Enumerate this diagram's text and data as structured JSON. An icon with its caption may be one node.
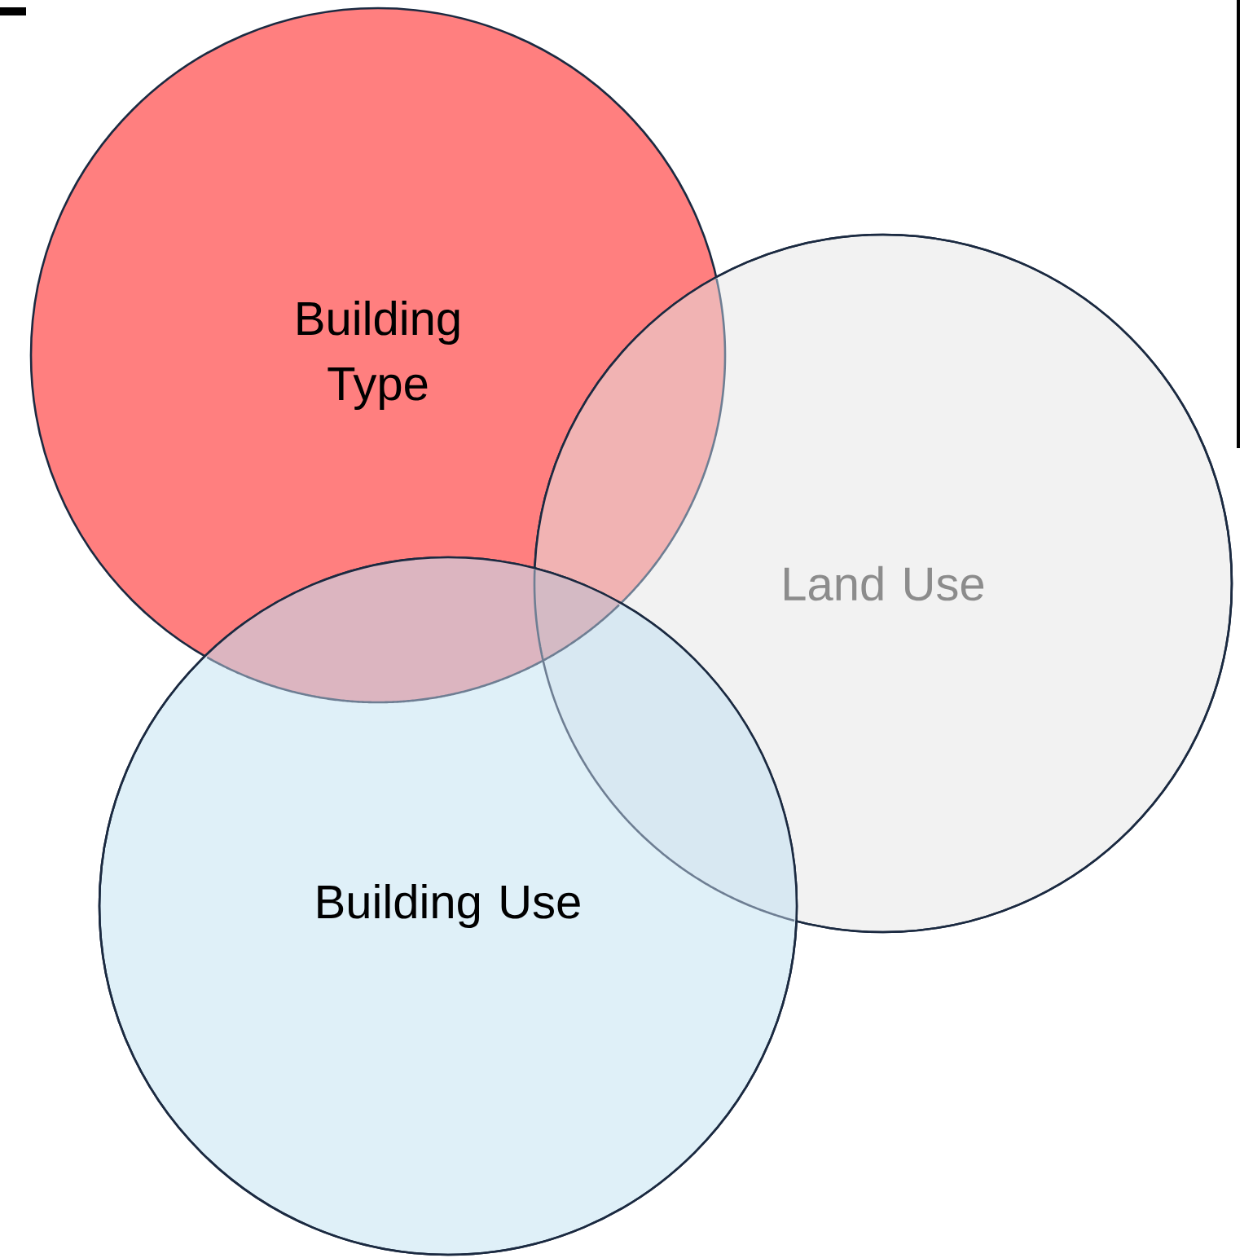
{
  "diagram": {
    "nodes": [
      {
        "text": [
          "Building Type"
        ]
      },
      {
        "text": [
          "Land Use"
        ]
      },
      {
        "text": [
          "Building Use"
        ]
      }
    ]
  }
}
